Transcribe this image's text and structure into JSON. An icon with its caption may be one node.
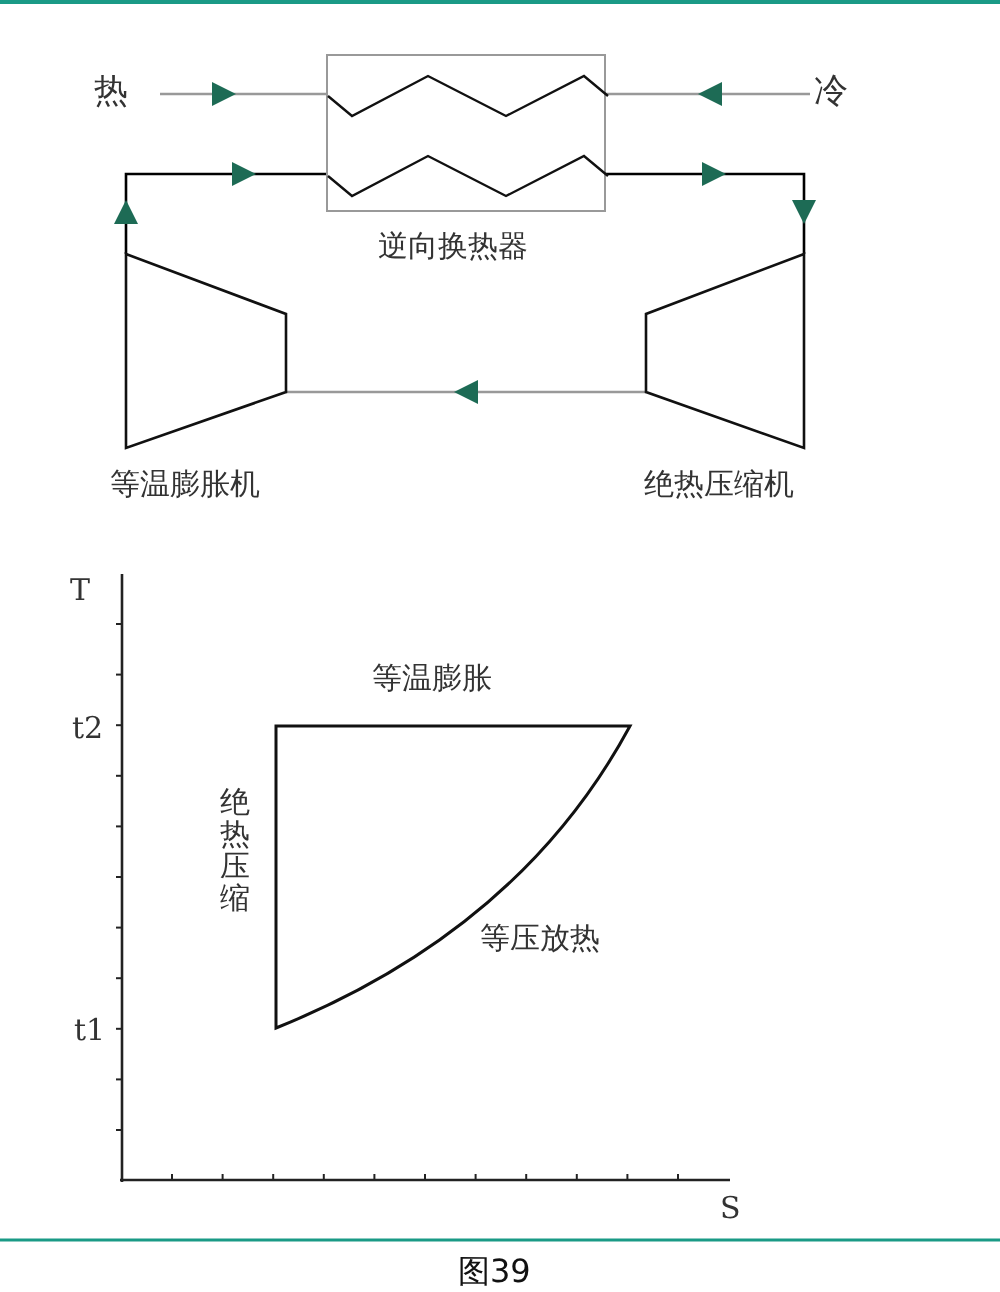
{
  "diagram": {
    "caption": "图39",
    "nodes": [
      {
        "text": [
          "热"
        ]
      },
      {
        "text": [
          "冷"
        ]
      },
      {
        "text": [
          "逆向换热器"
        ]
      },
      {
        "text": [
          "等温膨胀机"
        ]
      },
      {
        "text": [
          "绝热压缩机"
        ]
      }
    ],
    "edges": [
      {
        "from": 0,
        "to": 2,
        "arrow": "to"
      },
      {
        "from": 1,
        "to": 2,
        "arrow": "to"
      },
      {
        "from": 3,
        "to": 2,
        "arrow": "to",
        "color": "#000000"
      },
      {
        "from": 2,
        "to": 4,
        "arrow": "to",
        "color": "#000000"
      },
      {
        "from": 4,
        "to": 3,
        "arrow": "to"
      }
    ],
    "labels": [
      "T",
      "t2",
      "t1",
      "S",
      "等温膨胀",
      "绝热压缩",
      "等压放热"
    ]
  }
}
